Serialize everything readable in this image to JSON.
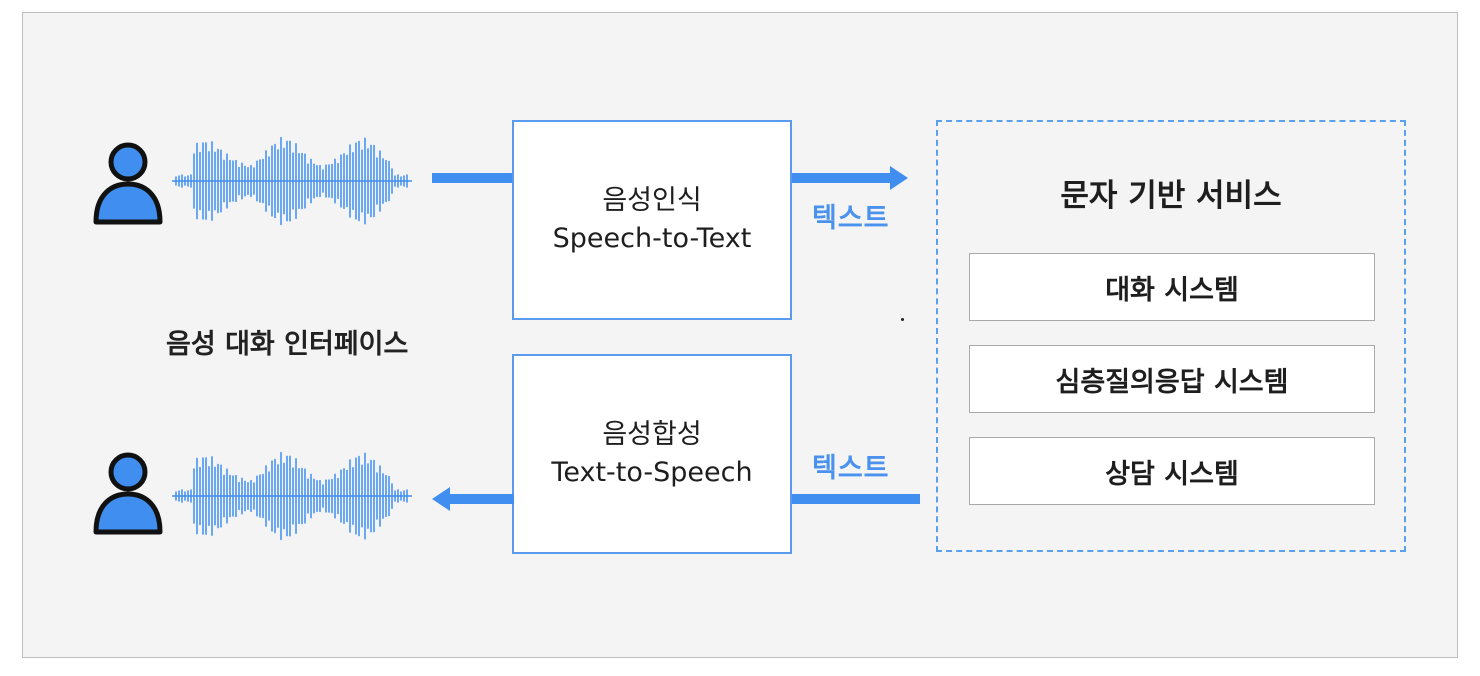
{
  "interface_label": "음성 대화 인터페이스",
  "stt": {
    "line1": "음성인식",
    "line2": "Speech-to-Text",
    "output_label": "텍스트"
  },
  "tts": {
    "line1": "음성합성",
    "line2": "Text-to-Speech",
    "input_label": "텍스트"
  },
  "service": {
    "title": "문자 기반 서비스",
    "items": [
      "대화 시스템",
      "심층질의응답 시스템",
      "상담 시스템"
    ]
  },
  "icons": {
    "user": "user-icon",
    "wave": "sound-wave-icon"
  },
  "colors": {
    "accent": "#3f8ef0",
    "person": "#3f8ef0",
    "background": "#f4f4f4"
  }
}
